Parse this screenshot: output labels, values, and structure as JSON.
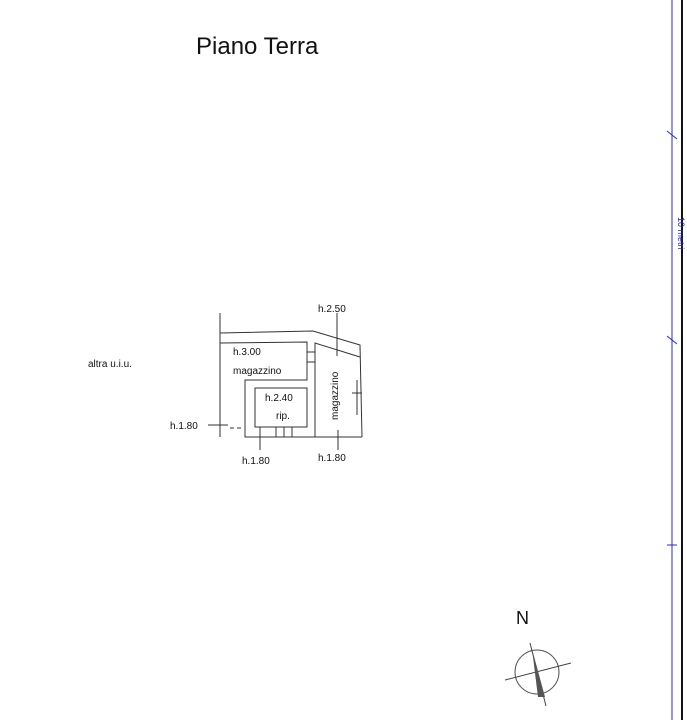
{
  "title": "Piano Terra",
  "labels": {
    "neighbor": "altra u.i.u.",
    "h_250": "h.2.50",
    "h_300": "h.3.00",
    "room_1": "magazzino",
    "h_240": "h.2.40",
    "room_ripost": "rip.",
    "room_2": "magazzino",
    "h_180_left": "h.1.80",
    "h_180_bottom": "h.1.80",
    "h_180_right": "h.1.80"
  },
  "north": {
    "label": "N",
    "icon": "north-arrow-icon"
  },
  "scale": {
    "label": "10 metri",
    "color": "#2b2bb0"
  }
}
